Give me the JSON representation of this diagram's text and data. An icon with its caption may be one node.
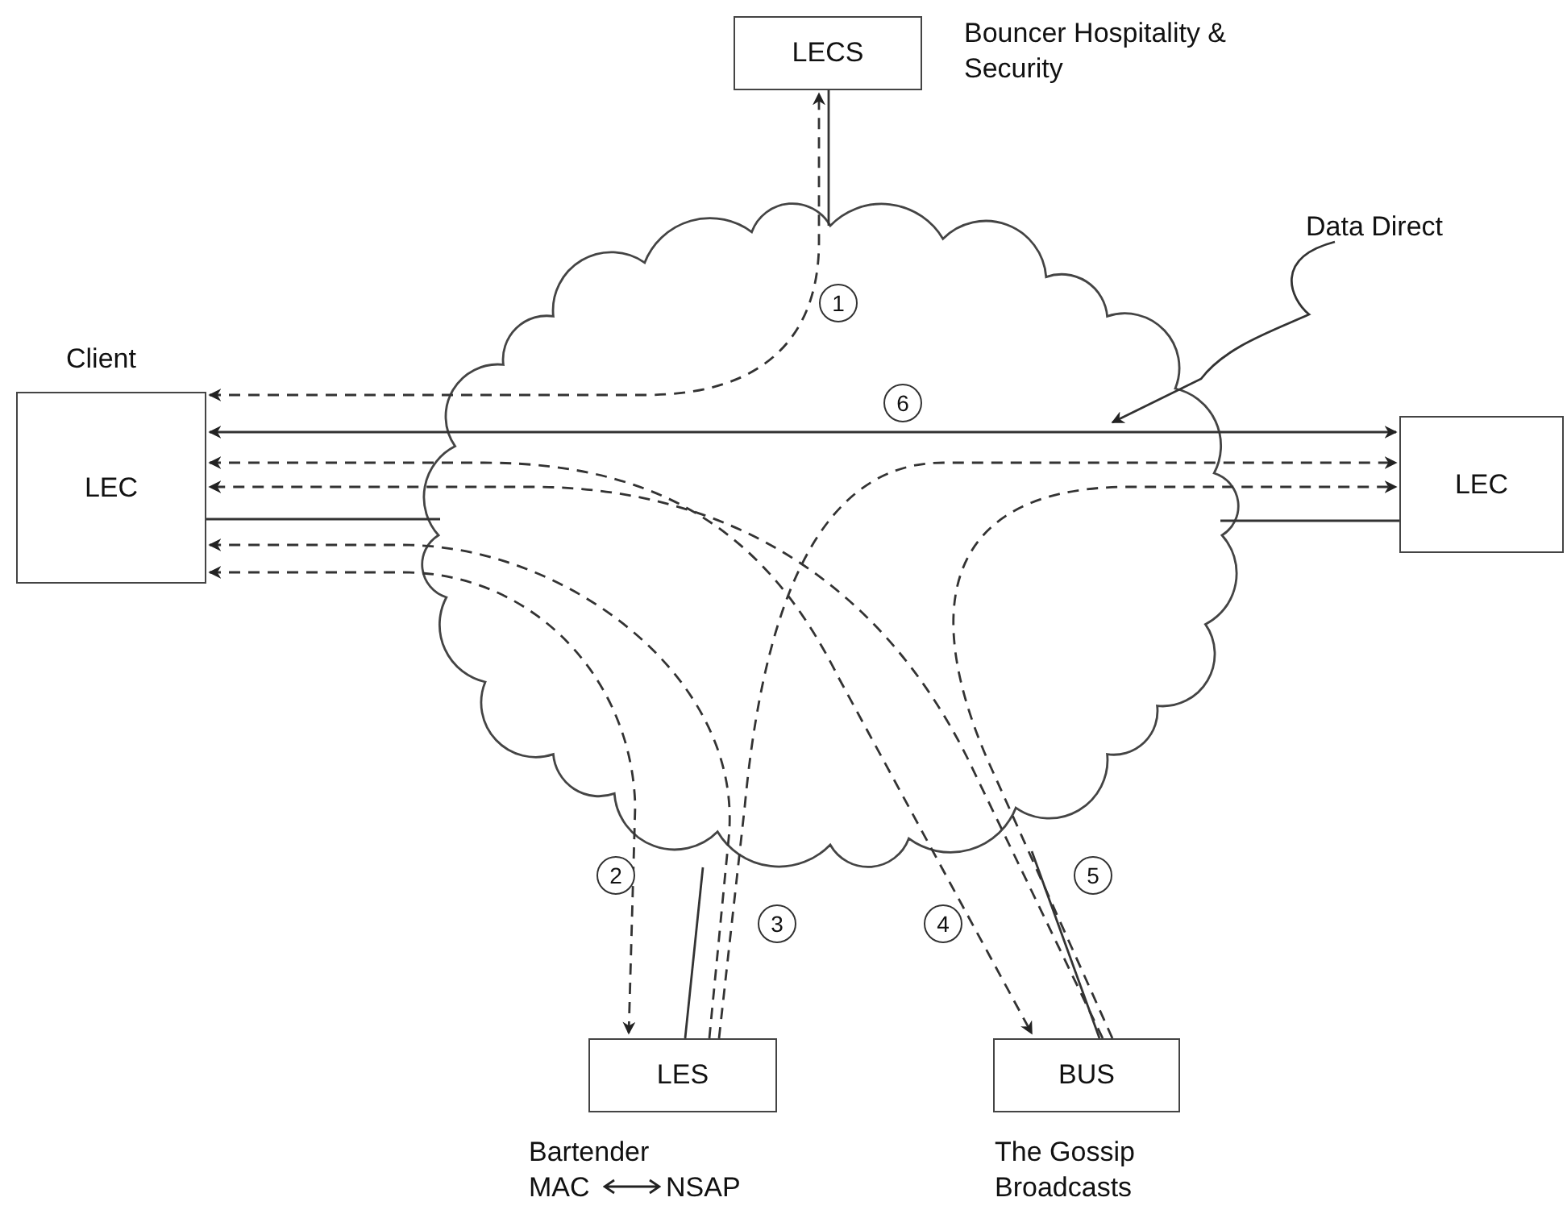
{
  "diagram": {
    "nodes": [
      {
        "text": [
          "LECS"
        ],
        "beside": [
          "Bouncer Hospitality & Security"
        ]
      },
      {
        "text": [
          "Client",
          "LEC"
        ]
      },
      {
        "text": [
          "LEC"
        ]
      },
      {
        "text": [
          "LES"
        ],
        "beside": [
          "Bartender",
          "MAC",
          "NSAP"
        ]
      },
      {
        "text": [
          "BUS"
        ],
        "beside": [
          "The Gossip Broadcasts"
        ]
      },
      {
        "text": [
          "Data Direct"
        ]
      }
    ],
    "edges": [
      {
        "from": 1,
        "to": 0,
        "arrow": "both",
        "style": "dashed",
        "label": "1"
      },
      {
        "from": 1,
        "to": 3,
        "arrow": "both",
        "style": "dashed",
        "label": "2"
      },
      {
        "from": 3,
        "to": 1,
        "arrow": "to",
        "style": "dashed",
        "label": "3"
      },
      {
        "from": 3,
        "to": 2,
        "arrow": "to",
        "style": "dashed"
      },
      {
        "from": 1,
        "to": 4,
        "arrow": "both",
        "style": "dashed",
        "label": "4"
      },
      {
        "from": 4,
        "to": 1,
        "arrow": "to",
        "style": "dashed",
        "label": "5"
      },
      {
        "from": 4,
        "to": 2,
        "arrow": "to",
        "style": "dashed"
      },
      {
        "from": 1,
        "to": 2,
        "arrow": "both",
        "label": "6"
      },
      {
        "from": 0,
        "to": null,
        "arrow": "none"
      },
      {
        "from": 1,
        "to": null,
        "arrow": "none"
      },
      {
        "from": 2,
        "to": null,
        "arrow": "none"
      },
      {
        "from": 3,
        "to": null,
        "arrow": "none"
      },
      {
        "from": 4,
        "to": null,
        "arrow": "none"
      },
      {
        "from": 5,
        "to": null,
        "arrow": "to"
      }
    ]
  }
}
